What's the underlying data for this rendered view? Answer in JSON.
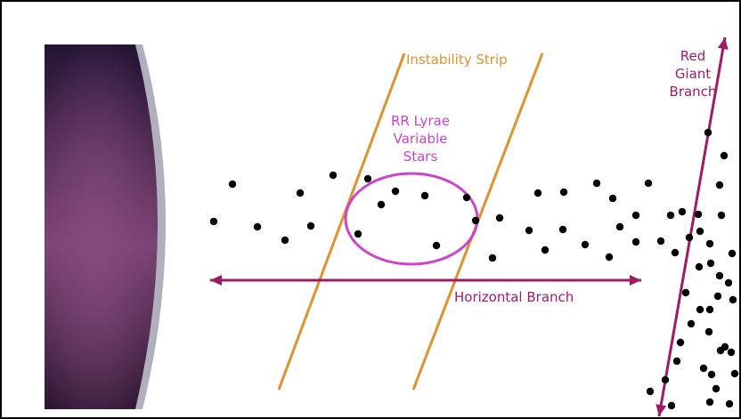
{
  "colors": {
    "instability_strip": "#E0922F",
    "rr_lyrae": "#CC44CC",
    "horizontal_branch": "#A01A6A",
    "red_giant_branch": "#A01A6A",
    "stars": "#000000",
    "panel_top": "#2A1A3A",
    "panel_mid": "#7A4272"
  },
  "labels": {
    "instability_strip": "Instability Strip",
    "rr_lyrae": [
      "RR Lyrae",
      "Variable",
      "Stars"
    ],
    "red_giant_branch": [
      "Red",
      "Giant",
      "Branch"
    ],
    "horizontal_branch": "Horizontal Branch"
  },
  "icons": {
    "horizontal_branch_arrow": "double-headed-arrow",
    "red_giant_branch_arrow": "double-headed-arrow"
  }
}
